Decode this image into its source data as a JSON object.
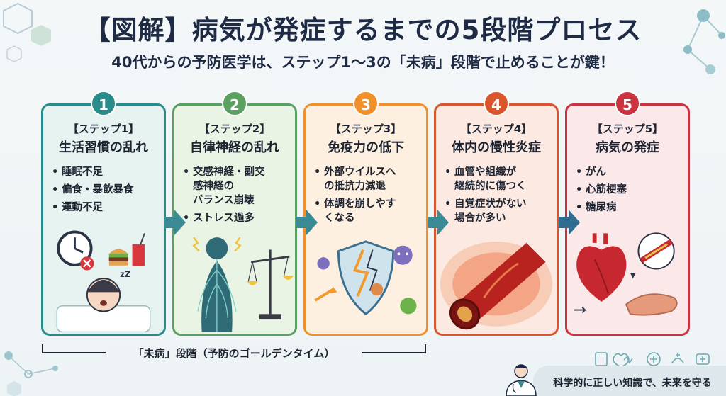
{
  "title": "【図解】病気が発症するまでの5段階プロセス",
  "subtitle": "40代からの予防医学は、ステップ1〜3の「未病」段階で止めることが鍵！",
  "steps": [
    {
      "number": "1",
      "label": "【ステップ1】",
      "title": "生活習慣の乱れ",
      "bullets": [
        "睡眠不足",
        "偏食・暴飲暴食",
        "運動不足"
      ],
      "color": "#2a8c8a",
      "bg": "#e6f3f1"
    },
    {
      "number": "2",
      "label": "【ステップ2】",
      "title": "自律神経の乱れ",
      "bullets": [
        "交感神経・副交\n感神経の\nバランス崩壊",
        "ストレス過多"
      ],
      "color": "#5aa060",
      "bg": "#eaf4e5"
    },
    {
      "number": "3",
      "label": "【ステップ3】",
      "title": "免疫力の低下",
      "bullets": [
        "外部ウイルスへ\nの抵抗力減退",
        "体調を崩しやす\nくなる"
      ],
      "color": "#f0902a",
      "bg": "#fdf0e0"
    },
    {
      "number": "4",
      "label": "【ステップ4】",
      "title": "体内の慢性炎症",
      "bullets": [
        "血管や組織が\n継続的に傷つく",
        "自覚症状がない\n場合が多い"
      ],
      "color": "#d9552b",
      "bg": "#fbe9e2"
    },
    {
      "number": "5",
      "label": "【ステップ5】",
      "title": "病気の発症",
      "bullets": [
        "がん",
        "心筋梗塞",
        "糖尿病"
      ],
      "color": "#cc3340",
      "bg": "#fbe9ea"
    }
  ],
  "bracket_label": "「未病」段階（予防のゴールデンタイム）",
  "footer": "科学的に正しい知識で、未来を守る"
}
